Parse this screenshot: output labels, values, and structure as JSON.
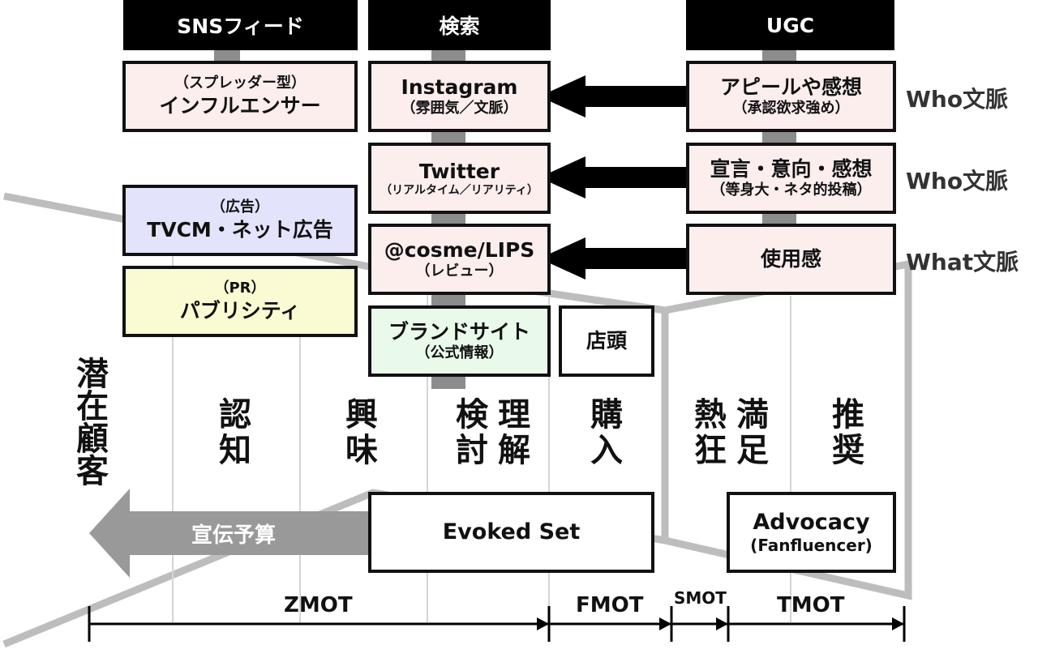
{
  "headers": {
    "sns": "SNSフィード",
    "search": "検索",
    "ugc": "UGC"
  },
  "sns_col": {
    "influencer": {
      "sub": "（スプレッダー型）",
      "main": "インフルエンサー"
    },
    "ad": {
      "sub": "（広告）",
      "main": "TVCM・ネット広告"
    },
    "pr": {
      "sub": "（PR）",
      "main": "パブリシティ"
    }
  },
  "search_col": {
    "instagram": {
      "main": "Instagram",
      "sub": "（雰囲気／文脈）"
    },
    "twitter": {
      "main": "Twitter",
      "sub": "（リアルタイム／リアリティ）"
    },
    "cosme": {
      "main": "@cosme/LIPS",
      "sub": "（レビュー）"
    },
    "brand": {
      "main": "ブランドサイト",
      "sub": "（公式情報）"
    }
  },
  "store": "店頭",
  "ugc_col": {
    "appeal": {
      "main": "アピールや感想",
      "sub": "（承認欲求強め）"
    },
    "declare": {
      "main": "宣言・意向・感想",
      "sub": "（等身大・ネタ的投稿）"
    },
    "usage": {
      "main": "使用感"
    }
  },
  "context_labels": [
    "Who文脈",
    "Who文脈",
    "What文脈"
  ],
  "latent_customer": "潜在顧客",
  "stages": {
    "awareness": [
      "認",
      "知"
    ],
    "interest": [
      "興",
      "味"
    ],
    "understanding": [
      "理",
      "解"
    ],
    "consideration": [
      "検",
      "討"
    ],
    "purchase": [
      "購",
      "入"
    ],
    "satisfaction": [
      "満",
      "足"
    ],
    "enthusiasm": [
      "熱",
      "狂"
    ],
    "recommend": [
      "推",
      "奨"
    ]
  },
  "evoked_set": "Evoked Set",
  "advocacy": {
    "main": "Advocacy",
    "sub": "(Fanfluencer)"
  },
  "budget": "宣伝予算",
  "timeline": {
    "zmot": "ZMOT",
    "fmot": "FMOT",
    "smot": "SMOT",
    "tmot": "TMOT"
  },
  "colors": {
    "pink": "#fdeeee",
    "blue": "#e3e4fb",
    "yellow": "#fbfbd3",
    "green": "#eafaea",
    "gray": "#999999",
    "connector": "#8c8c8c"
  }
}
